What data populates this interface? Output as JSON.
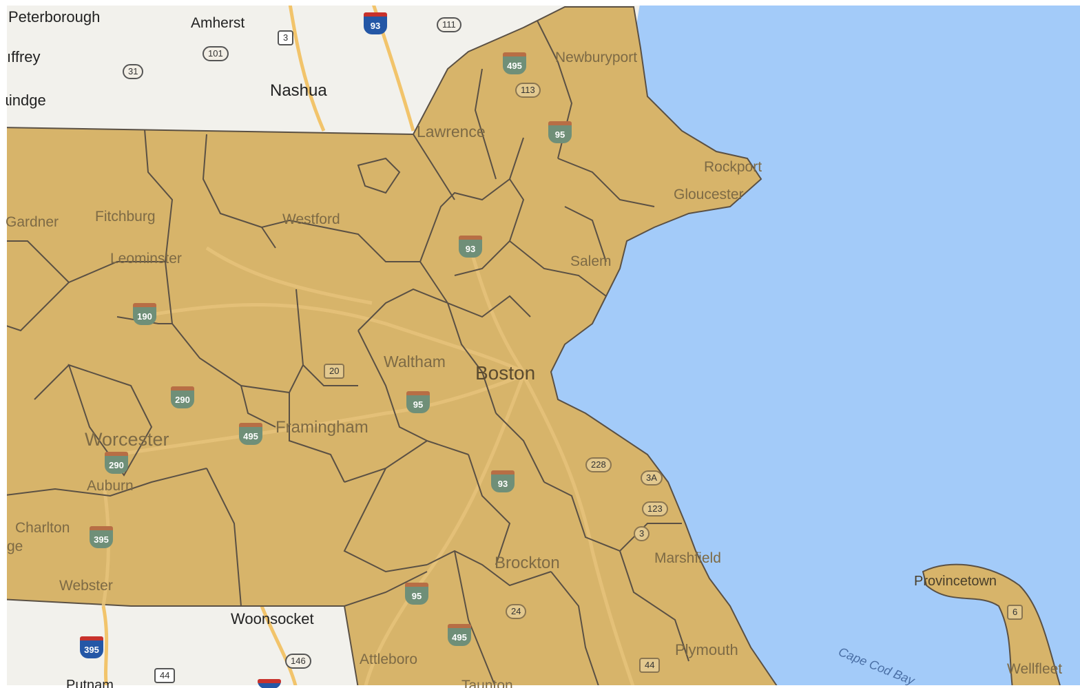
{
  "map": {
    "colors": {
      "water": "#a3cbf9",
      "land_outside": "#f2f1ec",
      "district_fill": "#d7b46a",
      "district_border": "#5a5044",
      "road": "#f2c46b"
    },
    "labels": {
      "peterborough": "Peterborough",
      "amherst": "Amherst",
      "jaffrey": "ıffrey",
      "rindge": "ɩindge",
      "nashua": "Nashua",
      "newburyport": "Newburyport",
      "lawrence": "Lawrence",
      "rockport": "Rockport",
      "gloucester": "Gloucester",
      "gardner": "Gardner",
      "fitchburg": "Fitchburg",
      "westford": "Westford",
      "leominster": "Leominster",
      "salem": "Salem",
      "waltham": "Waltham",
      "boston": "Boston",
      "worcester": "Worcester",
      "framingham": "Framingham",
      "auburn": "Auburn",
      "charlton": "Charlton",
      "ge": "ge",
      "marshfield": "Marshfield",
      "brockton": "Brockton",
      "provincetown": "Provincetown",
      "webster": "Webster",
      "woonsocket": "Woonsocket",
      "attleboro": "Attleboro",
      "plymouth": "Plymouth",
      "cape_cod_bay": "Cape Cod Bay",
      "wellfleet": "Wellfleet",
      "putnam": "Putnam",
      "taunton": "Taunton"
    },
    "routes": {
      "r3": "3",
      "r93": "93",
      "r111": "111",
      "r101": "101",
      "r31": "31",
      "r495a": "495",
      "r113": "113",
      "r95a": "95",
      "r190": "190",
      "r93b": "93",
      "r20": "20",
      "r290": "290",
      "r495b": "495",
      "r95b": "95",
      "r290b": "290",
      "r228": "228",
      "r3a": "3A",
      "r123": "123",
      "r3b": "3",
      "r395a": "395",
      "r93c": "93",
      "r95c": "95",
      "r24": "24",
      "r6": "6",
      "r395b": "395",
      "r44a": "44",
      "r146": "146",
      "r495c": "495",
      "r44b": "44"
    }
  }
}
